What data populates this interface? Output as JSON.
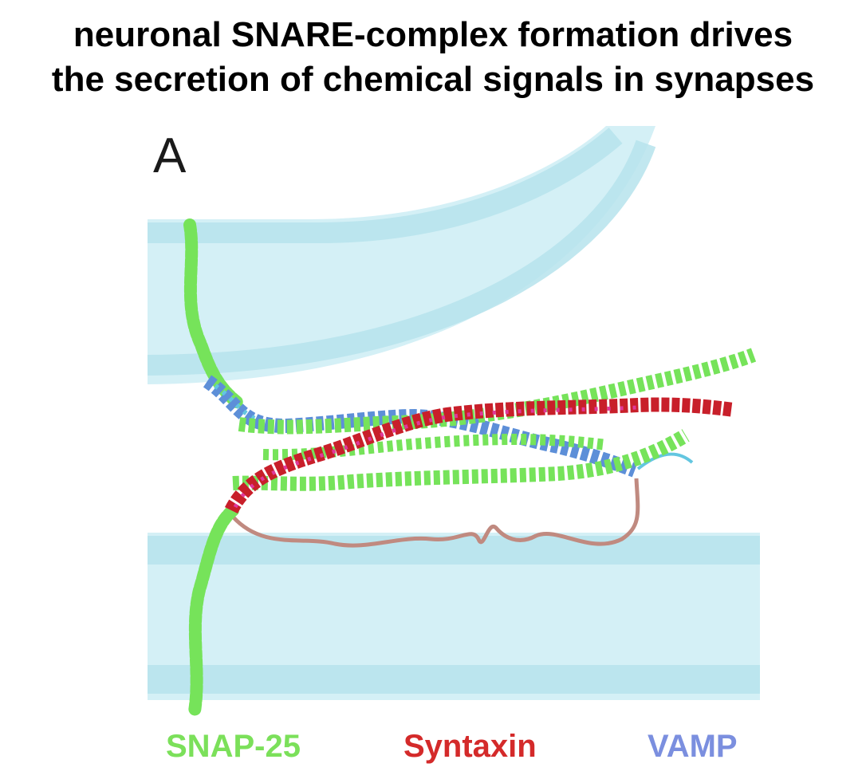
{
  "title": {
    "line1": "neuronal SNARE-complex formation drives",
    "line2": "the secretion of chemical signals in synapses"
  },
  "figure": {
    "panel_letter": "A",
    "legend": [
      {
        "label": "SNAP-25",
        "color": "#7be05a"
      },
      {
        "label": "Syntaxin",
        "color": "#d42a2a"
      },
      {
        "label": "VAMP",
        "color": "#7b8fdf"
      }
    ],
    "colors": {
      "membrane": "#cdeef4",
      "membrane_dark": "#b8e6ef",
      "snap25": "#76e35a",
      "syntaxin": "#c81f2a",
      "syntaxin_highlight": "#e0399a",
      "vamp": "#5d8fd8",
      "vamp_light": "#63c6e0",
      "linker": "#c08a80"
    }
  }
}
